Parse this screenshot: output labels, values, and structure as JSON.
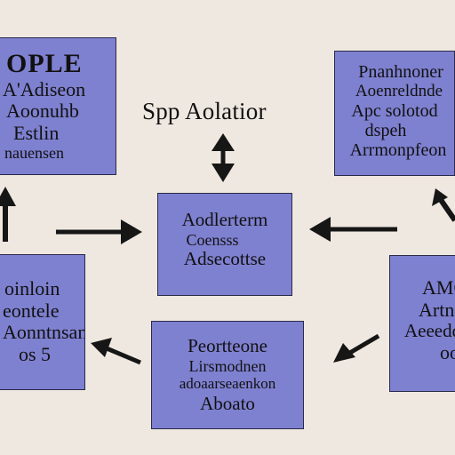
{
  "title": "Spp Aolatior",
  "boxes": {
    "top_left": [
      "OPLE",
      "A'Adiseon",
      "Aoonuhb",
      "Estlin",
      "nauensen"
    ],
    "top_right": [
      "Pnanhnoner",
      "Aoenreldnde",
      "Apc solotod",
      "dspeh",
      "Arrmonpfeon"
    ],
    "center": [
      "Aodlerterm",
      "Coensss",
      "Adsecottse"
    ],
    "bottom_left": [
      "oinloin",
      "eontele",
      "Aonntnsan",
      "os 5"
    ],
    "bottom_center": [
      "Peortteone",
      "Lirsmodnen",
      "adoaarseaenkon",
      "Aboato"
    ],
    "bottom_right": [
      "AMON",
      "Artn",
      "Aeeeddfoa",
      "oofal"
    ]
  },
  "colors": {
    "box_fill": "#7e80d0",
    "box_border": "#2a2a4a",
    "background": "#efe8e0",
    "arrow": "#161616"
  }
}
